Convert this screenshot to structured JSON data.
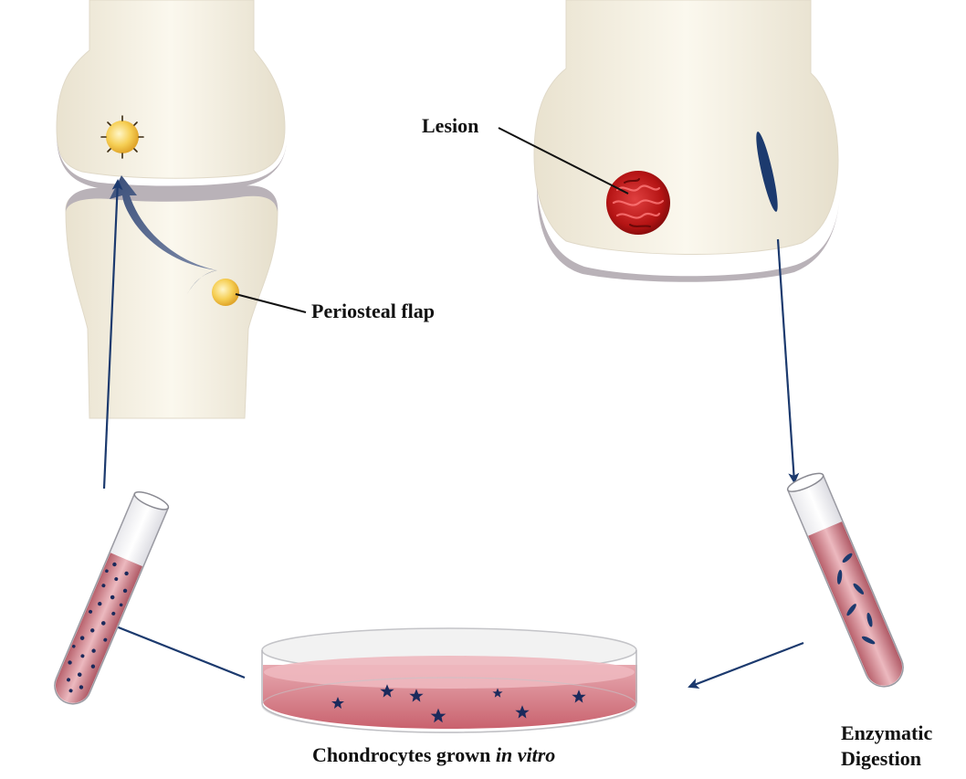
{
  "labels": {
    "lesion": "Lesion",
    "periosteal_flap": "Periosteal flap",
    "chondrocytes_prefix": "Chondrocytes grown ",
    "chondrocytes_italic": "in vitro",
    "enzymatic_line1": "Enzymatic",
    "enzymatic_line2": "Digestion"
  },
  "colors": {
    "bone": "#f6f1e2",
    "bone_edge": "#ddd6c6",
    "cartilage_shadow": "#b9b2b8",
    "arrow": "#1c3a6e",
    "cell": "#1b2a5c",
    "lesion": "#c21a1a",
    "flap": "#f4c84a",
    "medium": "#d8838c"
  }
}
